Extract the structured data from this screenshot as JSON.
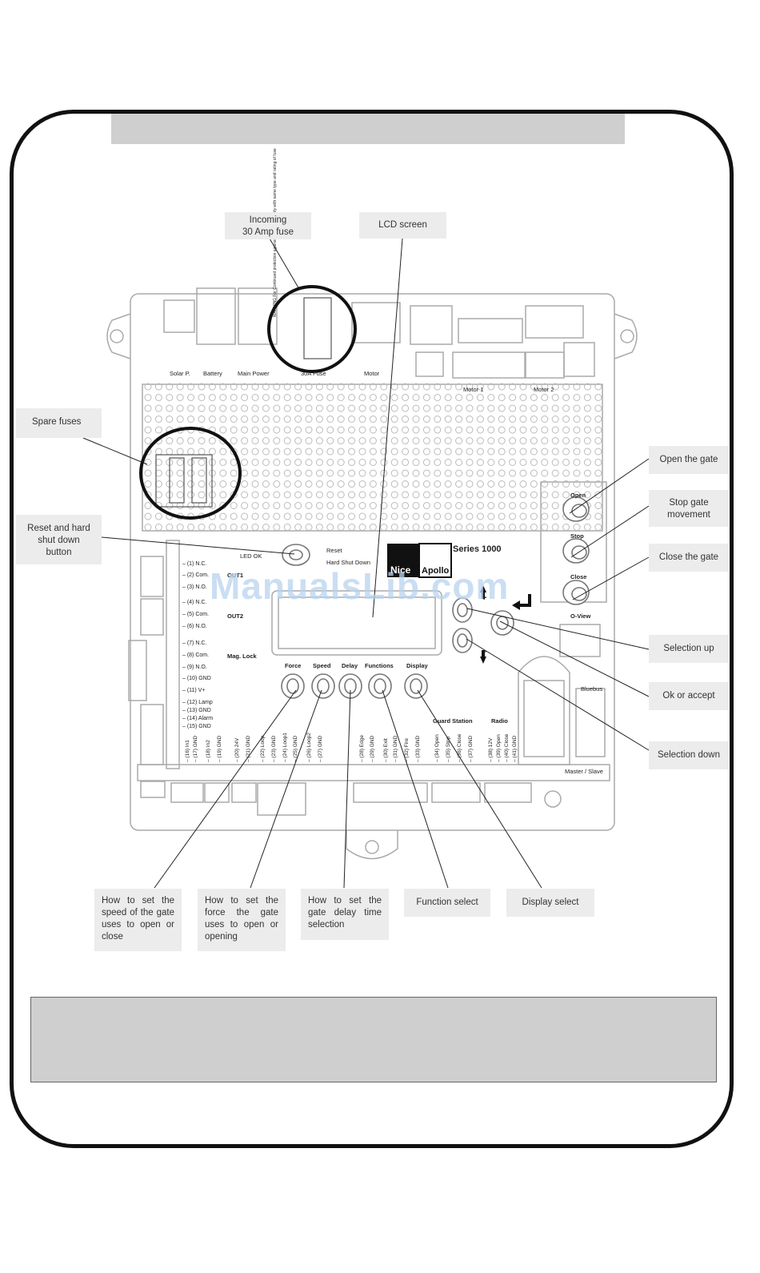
{
  "callouts": {
    "incoming_fuse": "Incoming\n30 Amp fuse",
    "lcd_screen": "LCD screen",
    "spare_fuses": "Spare fuses",
    "reset": "Reset and hard\nshut down\nbutton",
    "open_gate": "Open the gate",
    "stop_gate": "Stop gate\nmovement",
    "close_gate": "Close the gate",
    "selection_up": "Selection up",
    "ok_accept": "Ok or accept",
    "selection_down": "Selection down",
    "speed": "How to set the speed of the gate uses to open or close",
    "force": "How to set the force the gate uses to open or opening",
    "delay": "How to set the gate delay time selection",
    "function_select": "Function select",
    "display_select": "Display select"
  },
  "board": {
    "connectors": [
      "Solar P.",
      "Battery",
      "Main Power",
      "30A Fuse",
      "Motor",
      "Motor 1",
      "Motor 2"
    ],
    "fuse_warning": "WARNING For Continued protection against fire, replace only with same type and rating of fuse",
    "led_ok": "LED OK",
    "reset": "Reset",
    "hard_shut_down": "Hard Shut Down",
    "brand_a": "Nice",
    "brand_b": "Apollo",
    "series": "Series 1000",
    "buttons": {
      "open": "Open",
      "stop": "Stop",
      "close": "Close",
      "o_view": "O-View",
      "force": "Force",
      "speed": "Speed",
      "delay": "Delay",
      "functions": "Functions",
      "display": "Display"
    },
    "nav": {
      "plus": "+",
      "minus": "–"
    },
    "bluebus": "Bluebus",
    "master_slave": "Master / Slave",
    "guard_station": "Guard Station",
    "radio": "Radio",
    "out1": "OUT1",
    "out2": "OUT2",
    "mag_lock": "Mag. Lock",
    "left_terminals": [
      "(1) N.C.",
      "(2) Com.",
      "(3) N.O.",
      "(4) N.C.",
      "(5) Com.",
      "(6) N.O.",
      "(7) N.C.",
      "(8) Com.",
      "(9) N.O.",
      "(10) GND",
      "(11) V+",
      "(12) Lamp",
      "(13) GND",
      "(14) Alarm",
      "(15) GND"
    ],
    "bottom_terminals": [
      "(16) In1",
      "(17) GND",
      "(18) In2",
      "(19) GND",
      "(20) 24V",
      "(21) GND",
      "(22) Loop",
      "(23) GND",
      "(24) Loop1",
      "(25) GND",
      "(26) Loop2",
      "(27) GND",
      "(28) Edge",
      "(29) GND",
      "(30) Exit",
      "(31) GND",
      "(32) Fire",
      "(33) GND",
      "(34) Open",
      "(35) Stop",
      "(36) Close",
      "(37) GND",
      "(38) 12V",
      "(39) Open",
      "(40) Close",
      "(41) GND"
    ]
  },
  "watermark": "ManualsLib.com"
}
